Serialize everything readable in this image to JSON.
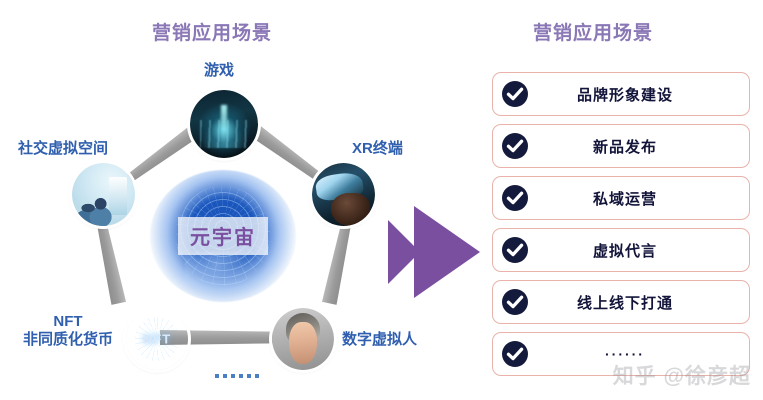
{
  "left_panel": {
    "title": "营销应用场景",
    "center": {
      "label": "元宇宙",
      "icon": "metaverse-orb-icon"
    },
    "nodes": [
      {
        "id": "game",
        "label": "游戏",
        "icon": "game-thumbnail-icon"
      },
      {
        "id": "xr",
        "label": "XR终端",
        "icon": "xr-headset-thumbnail-icon"
      },
      {
        "id": "digital-human",
        "label": "数字虚拟人",
        "icon": "digital-human-thumbnail-icon"
      },
      {
        "id": "nft",
        "label": "NFT\n非同质化货币",
        "label_line1": "NFT",
        "label_line2": "非同质化货币",
        "icon": "nft-thumbnail-icon",
        "badge_text": "NFT"
      },
      {
        "id": "social-vr",
        "label": "社交虚拟空间",
        "icon": "social-vr-thumbnail-icon"
      }
    ],
    "more_indicator": "······"
  },
  "arrow": {
    "icon": "right-arrow-icon",
    "color": "#7b4fa0"
  },
  "right_panel": {
    "title": "营销应用场景",
    "items": [
      {
        "label": "品牌形象建设",
        "icon": "check-circle-icon"
      },
      {
        "label": "新品发布",
        "icon": "check-circle-icon"
      },
      {
        "label": "私域运营",
        "icon": "check-circle-icon"
      },
      {
        "label": "虚拟代言",
        "icon": "check-circle-icon"
      },
      {
        "label": "线上线下打通",
        "icon": "check-circle-icon"
      },
      {
        "label": "······",
        "icon": "check-circle-icon"
      }
    ]
  },
  "watermark": {
    "text": "知乎 @徐彦超"
  },
  "colors": {
    "title_purple": "#8a77b5",
    "label_blue": "#2f5fae",
    "arrow_purple": "#7b4fa0",
    "row_border_pink": "#e9b3ab",
    "check_navy": "#141a3c",
    "metaverse_text": "#7b4fa0"
  }
}
